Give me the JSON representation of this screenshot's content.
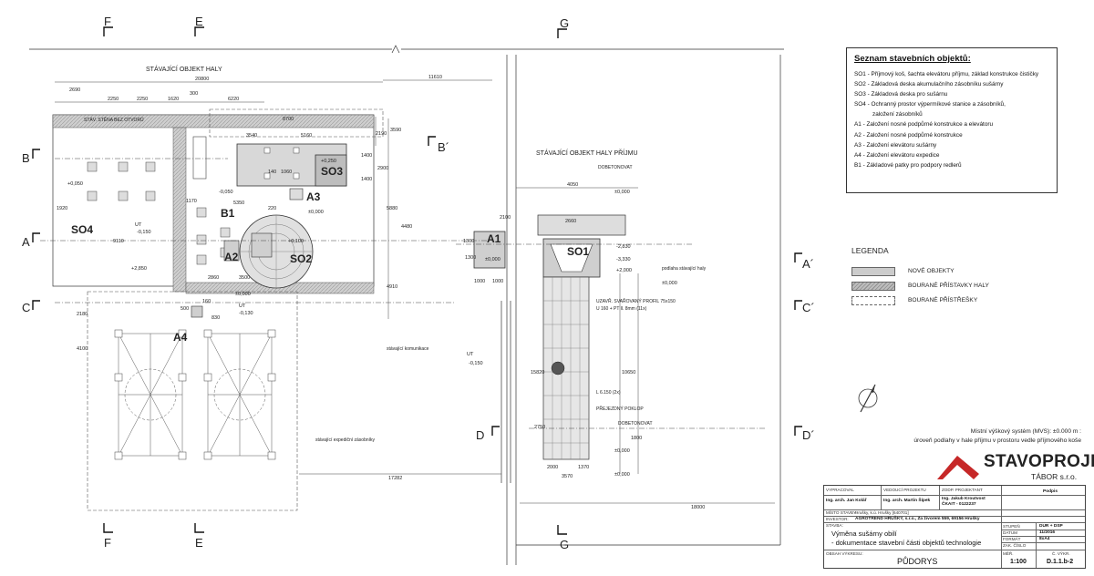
{
  "plan": {
    "top_title_left": "STÁVAJÍCÍ OBJEKT HALY",
    "top_title_right": "STÁVAJÍCÍ OBJEKT HALY PŘÍJMU",
    "wall_label": "STÁV. STĚNA BEZ OTVORŮ",
    "road_label": "stávající komunikace",
    "containers_label": "stávající expediční zásobníky",
    "concrete_label": "DOBETONOVAT",
    "concrete_label2": "DOBETONOVAT",
    "floor_label": "podlaha stávající haly",
    "profile_label": "UZAVŘ. SVAŘOVANÝ PROFIL 75x150",
    "profile_sub": "U 160 + PT ll. 8mm (11x)",
    "l_label": "L 6.150 (2x)",
    "driveover_label": "PŘEJEZDNÝ POKLOP",
    "objects": {
      "so1": "SO1",
      "so2": "SO2",
      "so3": "SO3",
      "so4": "SO4",
      "a1": "A1",
      "a2": "A2",
      "a3": "A3",
      "a4": "A4",
      "b1": "B1"
    },
    "sections": {
      "f_top": "F",
      "e_top": "E",
      "g_top": "G",
      "f_bot": "F",
      "e_bot": "E",
      "g_bot": "G",
      "b_left": "B",
      "b_mid": "B´",
      "a_left": "A",
      "a_right": "A´",
      "c_left": "C",
      "c_right": "C´",
      "d_left": "D",
      "d_right": "D´"
    },
    "dimensions": {
      "d20800": "20800",
      "d11610": "11610",
      "d2690": "2690",
      "d2250a": "2250",
      "d2250b": "2250",
      "d1620": "1620",
      "d300": "300",
      "d6220": "6220",
      "d8700": "8700",
      "d3540": "3540",
      "d5160": "5160",
      "d3590": "3590",
      "d2190": "2190",
      "d1400a": "1400",
      "d1400b": "1400",
      "d2900": "2900",
      "d140": "140",
      "d1060": "1060",
      "d1170": "1170",
      "d5350": "5350",
      "d220": "220",
      "d5880": "5880",
      "d4480": "4480",
      "d9110": "9110",
      "d2860": "2860",
      "d3500": "3500",
      "d4910": "4910",
      "d17282": "17282",
      "d18000": "18000",
      "d4050": "4050",
      "d2100": "2100",
      "d1300a": "1300",
      "d1300b": "1300",
      "d1000a": "1000",
      "d1000b": "1000",
      "d2660": "2660",
      "d15820": "15820",
      "d10650": "10650",
      "d2000": "2000",
      "d1370": "1370",
      "d3570": "3570",
      "d4100": "4100",
      "d2180": "2180",
      "d1920": "1920",
      "d830": "830",
      "d160": "160",
      "d500": "500",
      "d1800": "1800",
      "d2750": "2750"
    },
    "levels": {
      "l_pm050": "+0,050",
      "l_m150a": "-0,150",
      "l_p2850": "+2,850",
      "l_p250": "+0,250",
      "l_m050": "-0,050",
      "l_pm000a": "±0,000",
      "l_p100": "+0,100",
      "l_pm000b": "±0,000",
      "l_m130": "-0,130",
      "l_m150b": "-0,150",
      "l_pm000c": "±0,000",
      "l_pm000d": "±0,000",
      "l_m2830": "-2,830",
      "l_m3330": "-3,330",
      "l_p2000": "+2,000",
      "l_pm000e": "±0,000",
      "l_pm000f": "±0,000",
      "l_pm000g": "±0,000",
      "ut1": "UT",
      "ut2": "UT",
      "ut3": "UT"
    }
  },
  "objects_list": {
    "title": "Seznam stavebních objektů:",
    "items": [
      "SO1 - Příjmový koš, šachta elevátoru příjmu, základ konstrukce čističky",
      "SO2 - Základová deska akumulačního zásobníku sušárny",
      "SO3 - Základová deska pro sušárnu",
      "SO4 - Ochranný prostor výpermíkové stanice a zásobníků,",
      "založení zásobníků",
      "A1 - Založení nosné podpůrné konstrukce a elevátoru",
      "A2 - Založení nosné podpůrné konstrukce",
      "A3 - Založení elevátoru sušárny",
      "A4 - Založení elevátoru expedice",
      "B1 - Základové patky pro podpory redlerů"
    ]
  },
  "legend": {
    "title": "LEGENDA",
    "items": [
      {
        "label": "NOVÉ OBJEKTY",
        "color": "#cccccc"
      },
      {
        "label": "BOURANÉ PŘÍSTAVKY HALY",
        "color": "#bdbdbd"
      },
      {
        "label": "BOURANÉ PŘÍSTŘEŠKY",
        "color": "#ffffff"
      }
    ]
  },
  "level_note": {
    "line1": "Místní výškový systém (MVS): ±0.000 m :",
    "line2": "úroveň podlahy v hale příjmu v prostoru vedle příjmového koše"
  },
  "logo": {
    "name": "STAVOPROJEKT",
    "sub": "TÁBOR s.r.o."
  },
  "title_block": {
    "vypracoval_label": "VYPRACOVAL",
    "vypracoval": "Ing. arch. Jan Kolář",
    "vedouci_label": "VEDOUCÍ PROJEKTU",
    "vedouci": "Ing. arch. Martin Šípek",
    "zodp_label": "ZODP. PROJEKTANT",
    "zodp": "Ing. Jakub Kroutvost",
    "zodp2": "ČKAIT - 0122237",
    "sign_label": "Podpis",
    "misto_label": "MÍSTO STAVBY:",
    "misto": "Hrušky, k.ú. Hrušky [640701]",
    "investor_label": "INVESTOR:",
    "investor": "AGROTREND HRUŠKY, s.r.o., Za živorem 559, 69156 Hrušky",
    "stavba_label": "STAVBA:",
    "stavba1": "Výměna sušárny obilí",
    "stavba2": "- dokumentace stavební části objektů technologie",
    "obsah_label": "OBSAH VÝKRESU:",
    "obsah": "PŮDORYS",
    "stupen_label": "STUPEŇ",
    "stupen": "DUR + DSP",
    "datum_label": "DATUM",
    "datum": "11/2016",
    "format_label": "FORMÁT",
    "format": "8xA4",
    "zak_label": "ZAK. ČÍSLO",
    "zak": "",
    "meritko_label": "MĚŘ.",
    "meritko": "1:100",
    "cislo_label": "Č. VÝKR.",
    "cislo": "D.1.1.b-2"
  }
}
